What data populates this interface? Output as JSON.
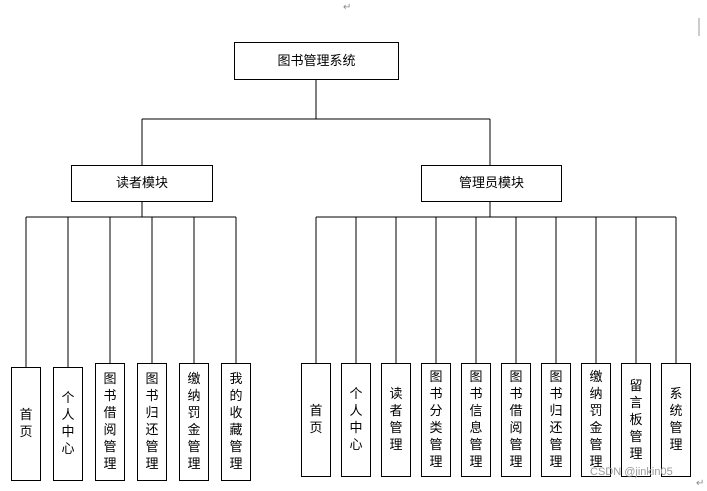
{
  "root": {
    "label": "图书管理系统"
  },
  "reader": {
    "label": "读者模块",
    "items": [
      "首页",
      "个人中心",
      "图书借阅管理",
      "图书归还管理",
      "缴纳罚金管理",
      "我的收藏管理"
    ]
  },
  "admin": {
    "label": "管理员模块",
    "items": [
      "首页",
      "个人中心",
      "读者管理",
      "图书分类管理",
      "图书信息管理",
      "图书借阅管理",
      "图书归还管理",
      "缴纳罚金管理",
      "留言板管理",
      "系统管理"
    ]
  },
  "marks": {
    "return_mark": "↵"
  },
  "watermark": "CSDN @jinkin05"
}
